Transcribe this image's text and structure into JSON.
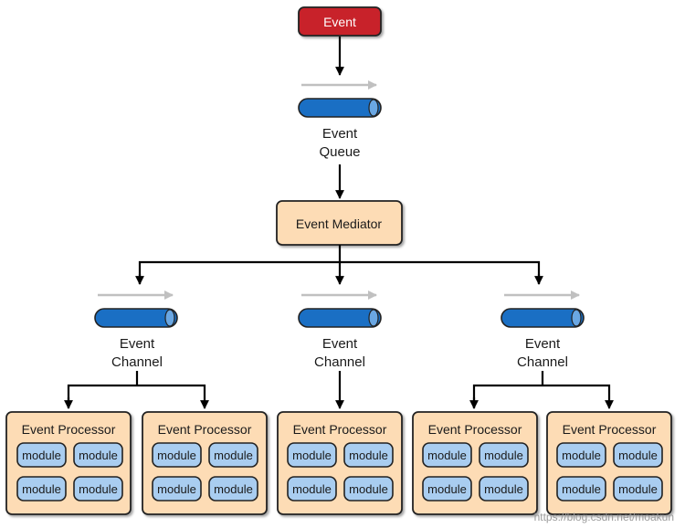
{
  "event": {
    "label": "Event"
  },
  "queue": {
    "line1": "Event",
    "line2": "Queue"
  },
  "mediator": {
    "label": "Event Mediator"
  },
  "channel": {
    "line1": "Event",
    "line2": "Channel"
  },
  "processor": {
    "label": "Event Processor"
  },
  "module": {
    "label": "module"
  },
  "watermark": "https://blog.csdn.net/moakun",
  "colors": {
    "event_fill": "#c8232c",
    "pipe_fill": "#1a6fc4",
    "mediator_fill": "#fddcb5",
    "processor_fill": "#fddcb5",
    "module_fill": "#a9cdf0",
    "flow_arrow": "#c0c0c0"
  }
}
